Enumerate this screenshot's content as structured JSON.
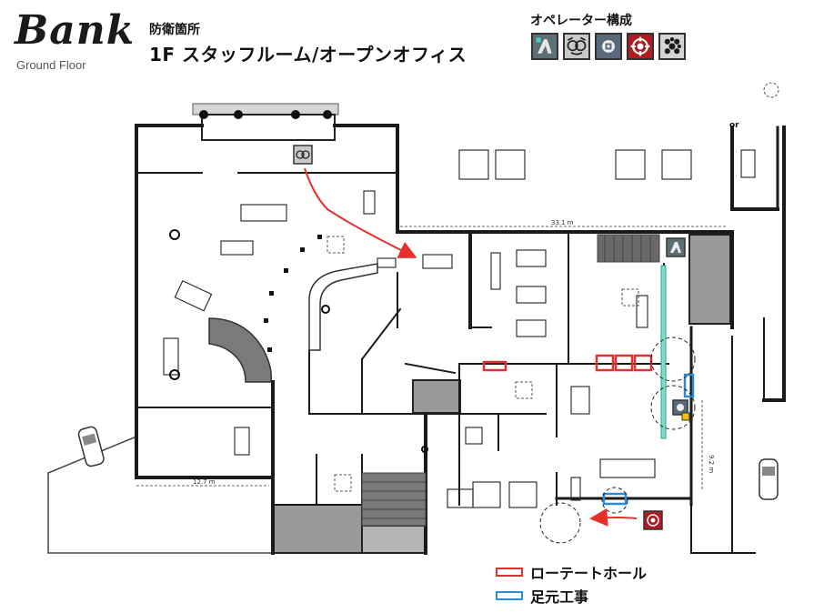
{
  "header": {
    "logo_text": "Bank",
    "floor": "Ground Floor",
    "site_label": "防衛箇所",
    "site_name": "1F スタッフルーム/オープンオフィス",
    "operators_title": "オペレーター構成"
  },
  "operators": [
    {
      "icon": "operator-mira-icon",
      "bg": "#5e6e75"
    },
    {
      "icon": "operator-mozzie-icon",
      "bg": "#c9c9c9"
    },
    {
      "icon": "operator-kapkan-icon",
      "bg": "#596a7a"
    },
    {
      "icon": "operator-doc-icon",
      "bg": "#b01b20"
    },
    {
      "icon": "operator-echo-icon",
      "bg": "#d4d4d4"
    }
  ],
  "map": {
    "measure_top": "33.1 m",
    "measure_bottom": "12.7 m",
    "measure_right": "9.2 m"
  },
  "legend": [
    {
      "label": "ローテートホール",
      "color": "#e03030"
    },
    {
      "label": "足元工事",
      "color": "#2a8bd8"
    }
  ],
  "colors": {
    "wall": "#1a1a1a",
    "rotate": "#e03030",
    "footing": "#2a8bd8",
    "route": "#e8302a",
    "grey_room": "#9a9a9a"
  }
}
